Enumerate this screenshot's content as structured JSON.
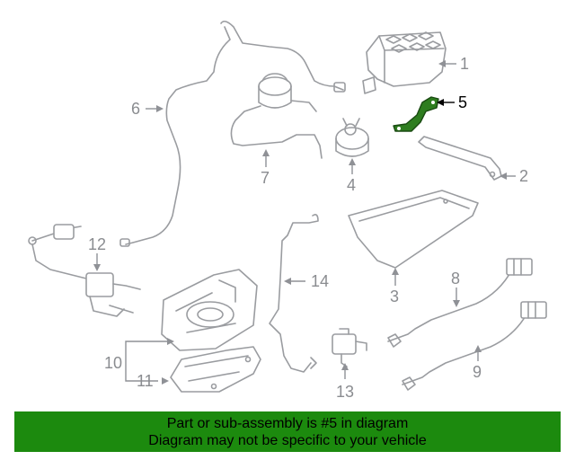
{
  "callouts": {
    "c1": "1",
    "c2": "2",
    "c3": "3",
    "c4": "4",
    "c5": "5",
    "c6": "6",
    "c7": "7",
    "c8": "8",
    "c9": "9",
    "c10": "10",
    "c11": "11",
    "c12": "12",
    "c13": "13",
    "c14": "14"
  },
  "highlight_part": "5",
  "highlight_color": "#2e7d1f",
  "banner": {
    "line1": "Part or sub-assembly is #5 in diagram",
    "line2": "Diagram may not be specific to your vehicle",
    "color": "#1c8a0e"
  }
}
